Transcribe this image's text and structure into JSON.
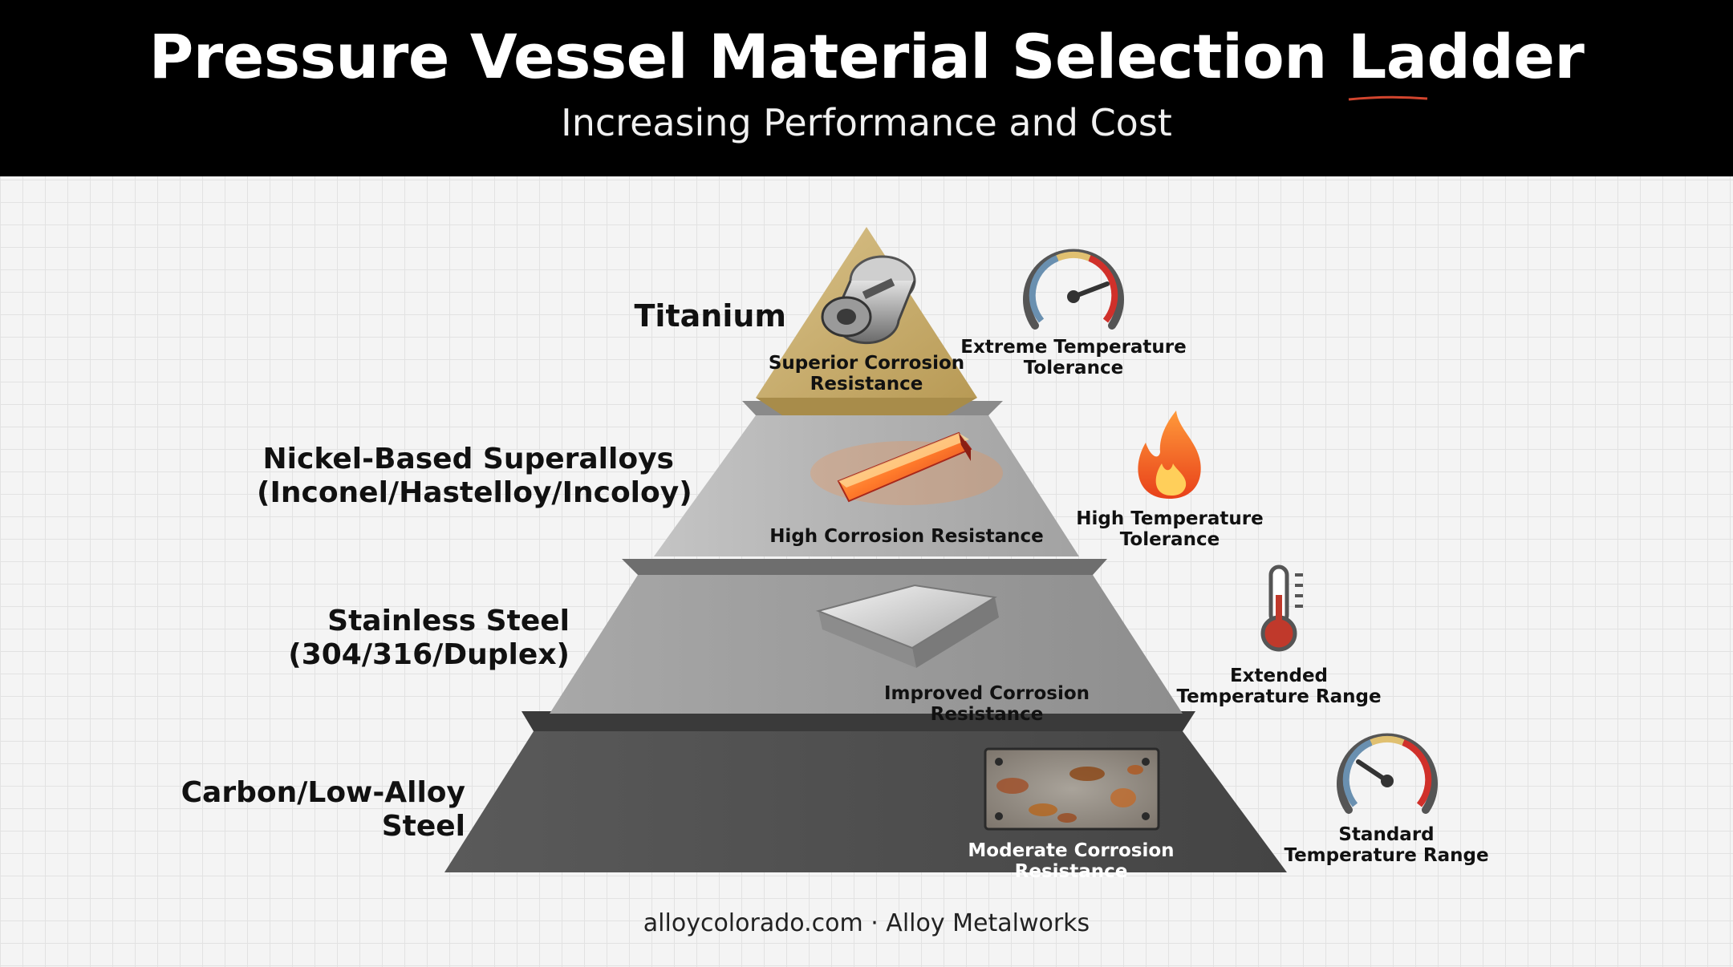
{
  "header": {
    "title_main": "Pressure Vessel Material Selection",
    "title_accent": "Ladder",
    "subtitle": "Increasing Performance and Cost"
  },
  "tiers": [
    {
      "name": "Titanium",
      "grades": "",
      "corrosion": "Superior Corrosion Resistance",
      "corrosion_line1": "Superior Corrosion",
      "corrosion_line2": "Resistance",
      "temperature_line1": "Extreme Temperature",
      "temperature_line2": "Tolerance",
      "icon": "gauge-icon",
      "color": "#c8ad6e"
    },
    {
      "name": "Nickel-Based Superalloys",
      "grades": "(Inconel/Hastelloy/Incoloy)",
      "corrosion": "High Corrosion Resistance",
      "temperature_line1": "High Temperature",
      "temperature_line2": "Tolerance",
      "icon": "flame-icon",
      "color": "#b4b4b4"
    },
    {
      "name": "Stainless Steel",
      "grades": "(304/316/Duplex)",
      "corrosion": "Improved Corrosion Resistance",
      "temperature_line1": "Extended",
      "temperature_line2": "Temperature Range",
      "icon": "thermometer-icon",
      "color": "#9a9a9a"
    },
    {
      "name": "Carbon/Low-Alloy Steel",
      "grades": "",
      "corrosion": "Moderate Corrosion Resistance",
      "temperature_line1": "Standard",
      "temperature_line2": "Temperature Range",
      "icon": "gauge-icon",
      "color": "#505050"
    }
  ],
  "footer": "alloycolorado.com · Alloy Metalworks",
  "colors": {
    "header_bg": "#000000",
    "accent_underline": "#d2452e",
    "gold": "#c8ad6e",
    "flame": "#f05a1e"
  }
}
